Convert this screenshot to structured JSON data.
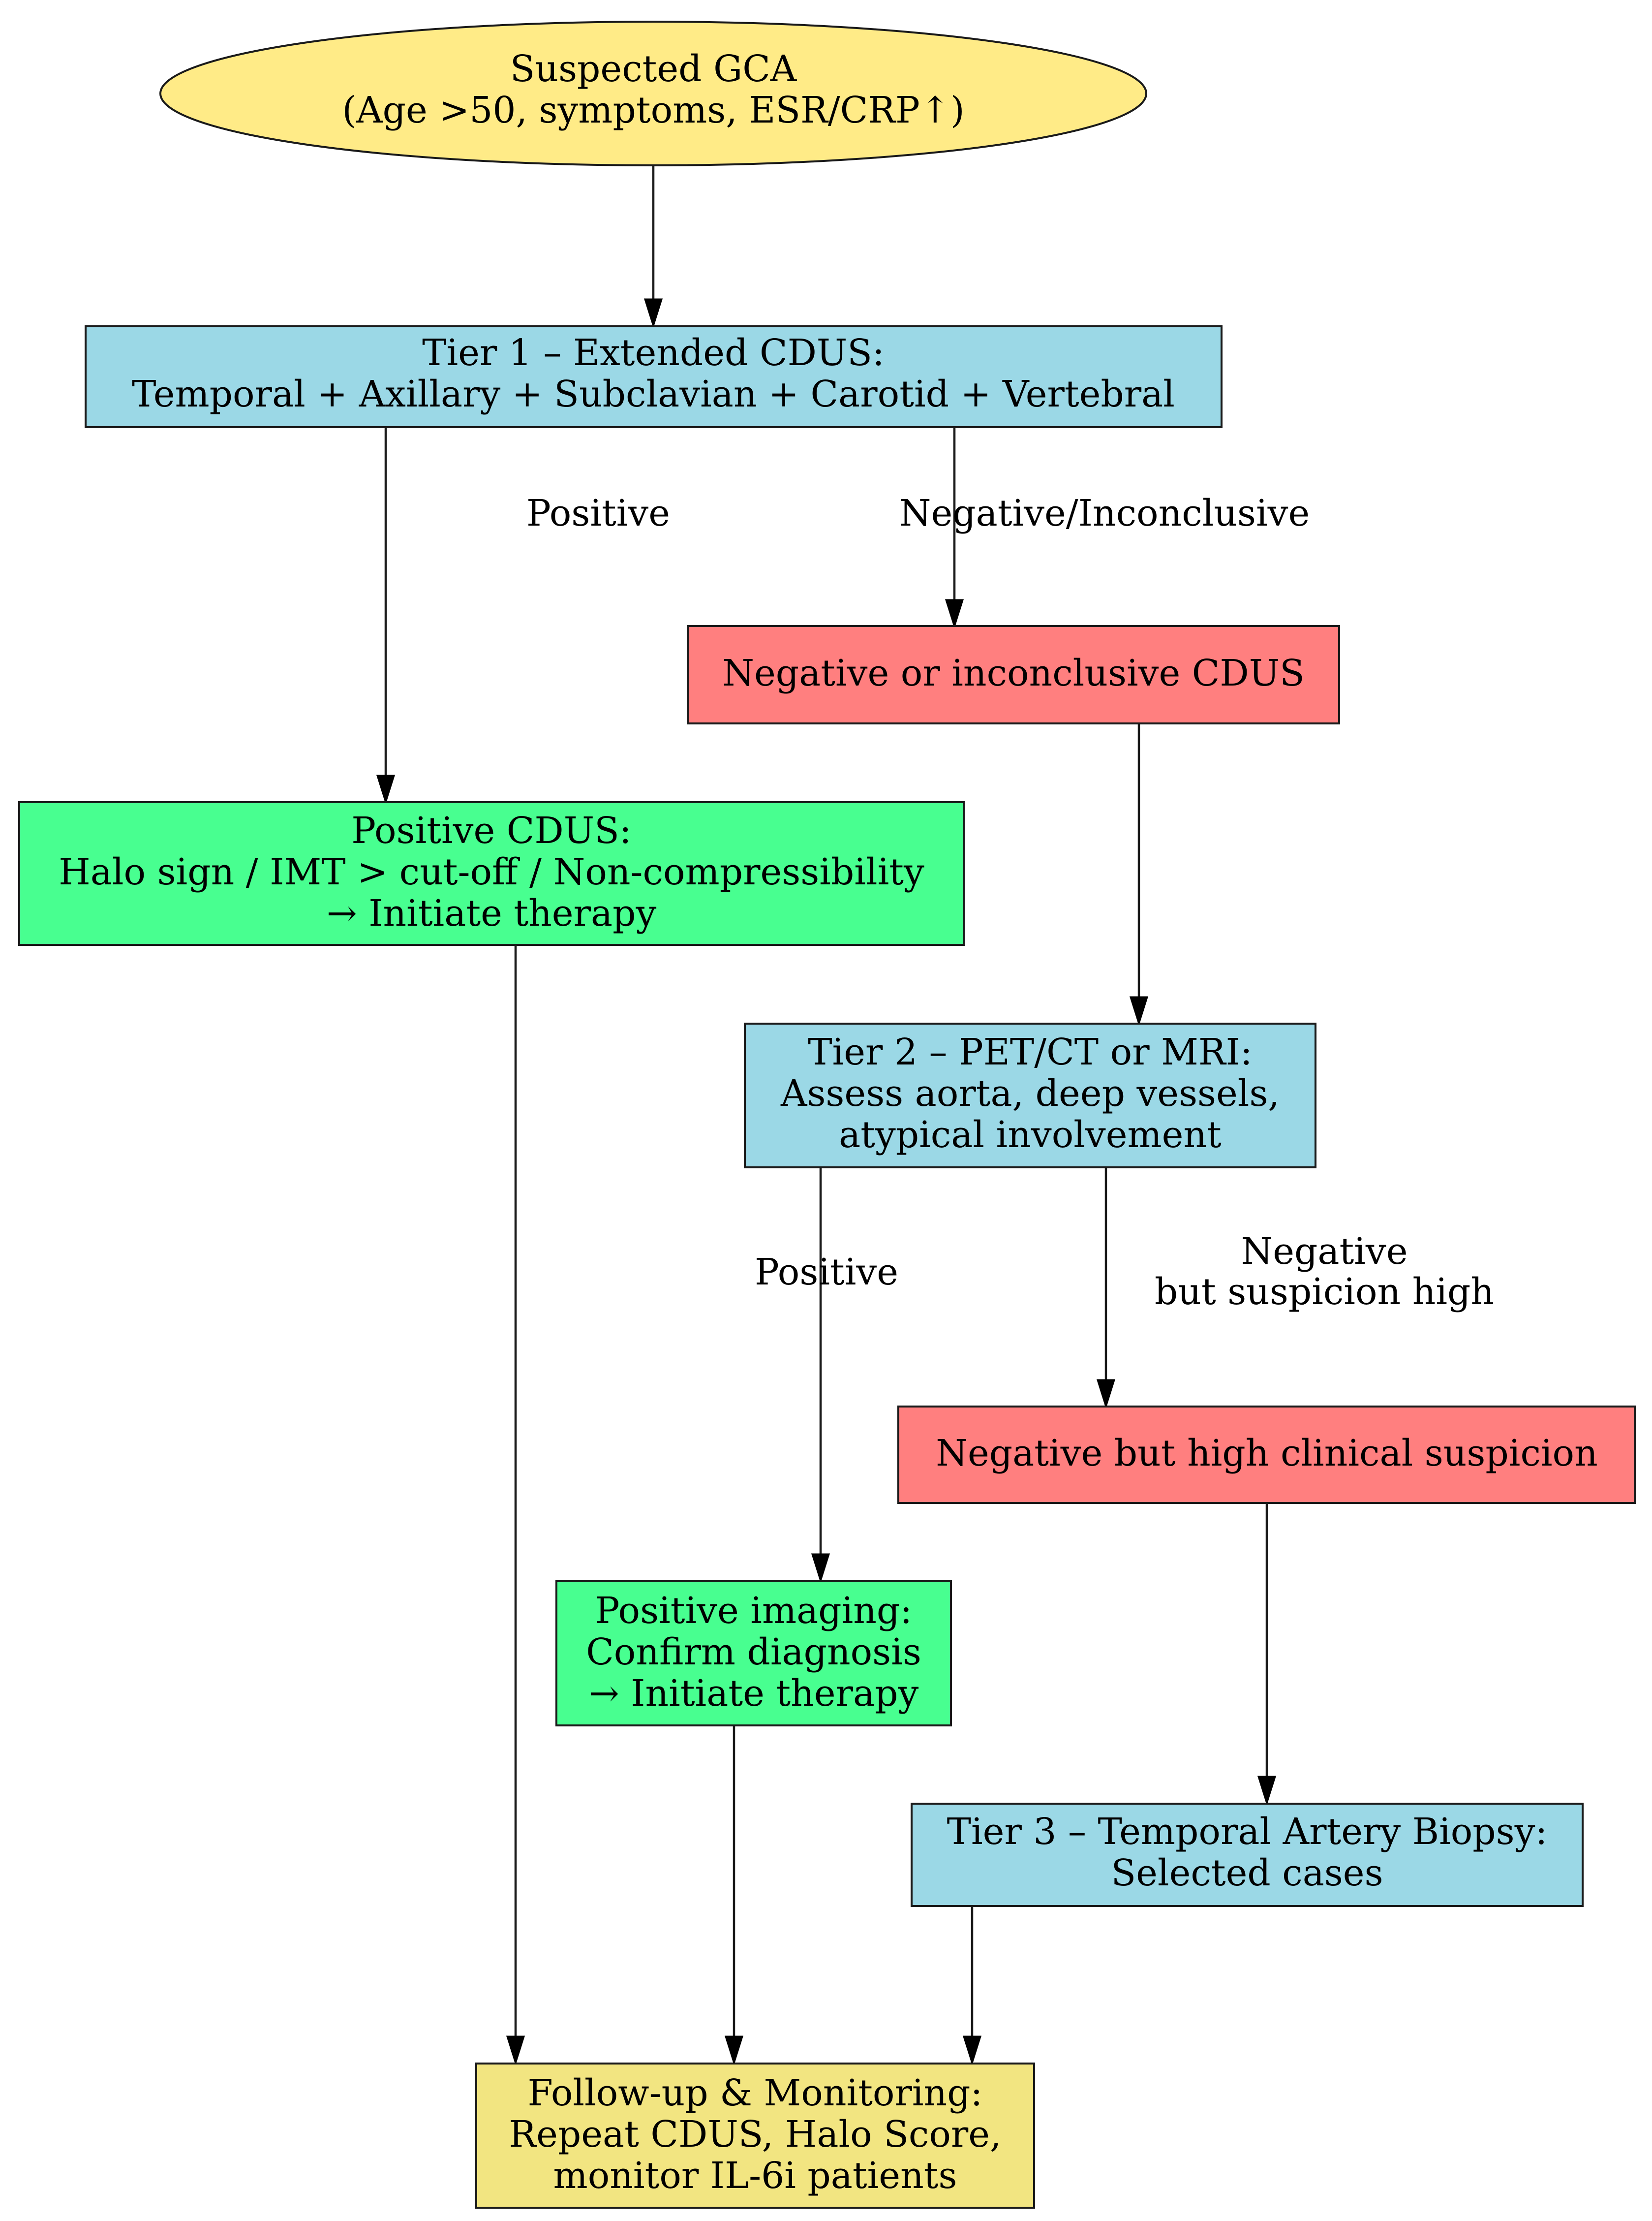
{
  "colors": {
    "start": "#FFEB87",
    "tier": "#9BD8E6",
    "negative": "#FF7F7F",
    "positive": "#48FF90",
    "followup": "#F2E581",
    "stroke": "#1a1a1a"
  },
  "nodes": {
    "start": {
      "lines": [
        "Suspected GCA",
        "(Age >50, symptoms, ESR/CRP↑)"
      ]
    },
    "tier1": {
      "lines": [
        "Tier 1 – Extended CDUS:",
        "Temporal + Axillary + Subclavian + Carotid + Vertebral"
      ]
    },
    "neg_cdus": {
      "lines": [
        "Negative or inconclusive CDUS"
      ]
    },
    "pos_cdus": {
      "lines": [
        "Positive CDUS:",
        "Halo sign / IMT > cut-off / Non-compressibility",
        "→ Initiate therapy"
      ]
    },
    "tier2": {
      "lines": [
        "Tier 2 – PET/CT or MRI:",
        "Assess aorta, deep vessels,",
        "atypical involvement"
      ]
    },
    "neg_high": {
      "lines": [
        "Negative but high clinical suspicion"
      ]
    },
    "pos_imaging": {
      "lines": [
        "Positive imaging:",
        "Confirm diagnosis",
        "→ Initiate therapy"
      ]
    },
    "tier3": {
      "lines": [
        "Tier 3 – Temporal Artery Biopsy:",
        "Selected cases"
      ]
    },
    "followup": {
      "lines": [
        "Follow-up & Monitoring:",
        "Repeat CDUS, Halo Score,",
        "monitor IL-6i patients"
      ]
    }
  },
  "edges": {
    "tier1_positive": [
      "Positive"
    ],
    "tier1_negative": [
      "Negative/Inconclusive"
    ],
    "tier2_positive": [
      "Positive"
    ],
    "tier2_negative": [
      "Negative",
      "but suspicion high"
    ]
  }
}
